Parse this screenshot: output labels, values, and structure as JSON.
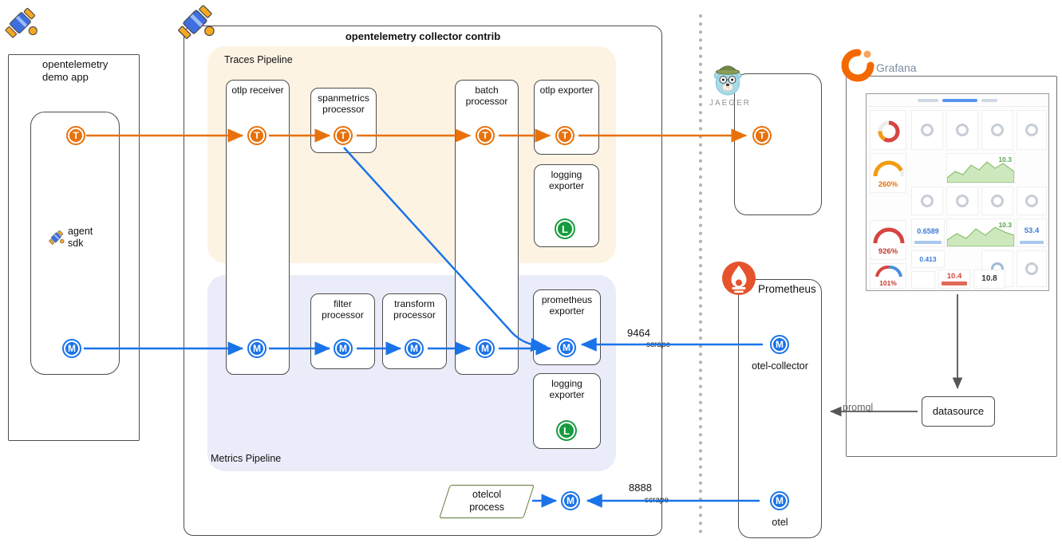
{
  "icons": {
    "trace": "T",
    "metric": "M",
    "log": "L"
  },
  "colors": {
    "trace": "#e8710a",
    "metric": "#1a73e8",
    "log": "#169c3e"
  },
  "demo_app": {
    "title": "opentelemetry demo app",
    "agent_sdk": "agent sdk"
  },
  "collector": {
    "title": "opentelemetry collector contrib",
    "traces_pipeline": "Traces Pipeline",
    "metrics_pipeline": "Metrics Pipeline",
    "otlp_receiver": "otlp receiver",
    "spanmetrics_processor": "spanmetrics processor",
    "batch_processor": "batch processor",
    "otlp_exporter": "otlp exporter",
    "logging_exporter_traces": "logging exporter",
    "filter_processor": "filter processor",
    "transform_processor": "transform processor",
    "prometheus_exporter": "prometheus exporter",
    "logging_exporter_metrics": "logging exporter",
    "otelcol_process": "otelcol process"
  },
  "jaeger": {
    "wordmark": "JAEGER"
  },
  "prometheus": {
    "name": "Prometheus",
    "target_collector": "otel-collector",
    "target_otel": "otel"
  },
  "grafana": {
    "name": "Grafana",
    "datasource": "datasource"
  },
  "edges": {
    "port_collector": "9464",
    "scrape_collector": "scrape",
    "port_internal": "8888",
    "scrape_internal": "scrape",
    "promql": "promql"
  },
  "dashboard": {
    "gauge_cpu": "260%",
    "gauge_mem": "926%",
    "gauge_small": "101%",
    "stat_1": "0.6589",
    "stat_2": "10.3",
    "stat_3": "53.4",
    "stat_4": "0.413",
    "stat_5": "10.4",
    "stat_6": "10.8"
  }
}
